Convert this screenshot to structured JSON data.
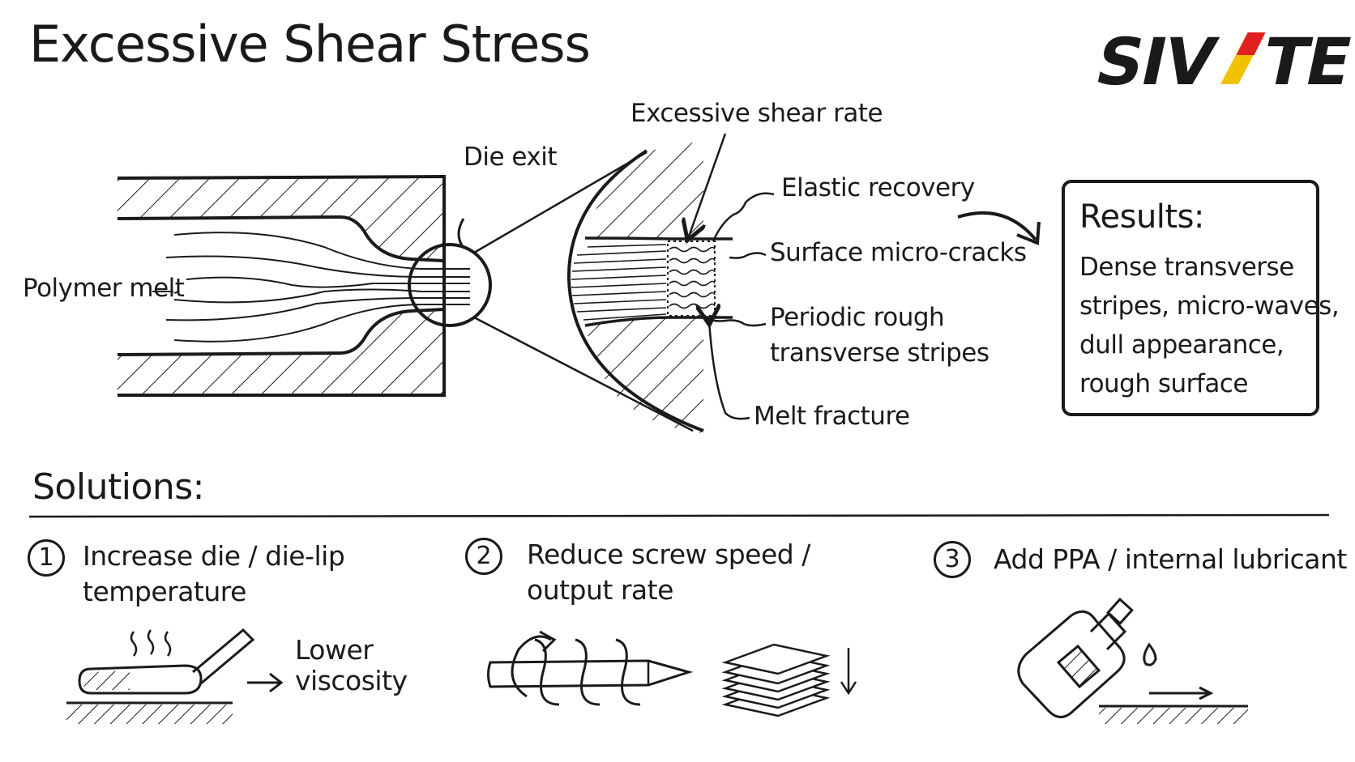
{
  "title": "Excessive Shear Stress",
  "logo": {
    "text": "SIVITE",
    "accent_colors": [
      "#e02020",
      "#f2c200"
    ]
  },
  "diagram": {
    "labels": {
      "polymer_melt": "Polymer melt",
      "die_exit": "Die exit",
      "excessive_shear_rate": "Excessive shear rate",
      "elastic_recovery": "Elastic recovery",
      "surface_micro_cracks": "Surface micro-cracks",
      "periodic_rough_line1": "Periodic rough",
      "periodic_rough_line2": "transverse stripes",
      "melt_fracture": "Melt fracture"
    }
  },
  "results": {
    "heading": "Results:",
    "lines": [
      "Dense transverse",
      "stripes, micro-waves,",
      "dull appearance,",
      "rough surface"
    ]
  },
  "solutions": {
    "heading": "Solutions:",
    "items": [
      {
        "number": "1",
        "line1": "Increase die / die-lip",
        "line2": "temperature",
        "note_line1": "Lower",
        "note_line2": "viscosity"
      },
      {
        "number": "2",
        "line1": "Reduce screw speed /",
        "line2": "output rate"
      },
      {
        "number": "3",
        "line1": "Add PPA / internal lubricant"
      }
    ]
  }
}
